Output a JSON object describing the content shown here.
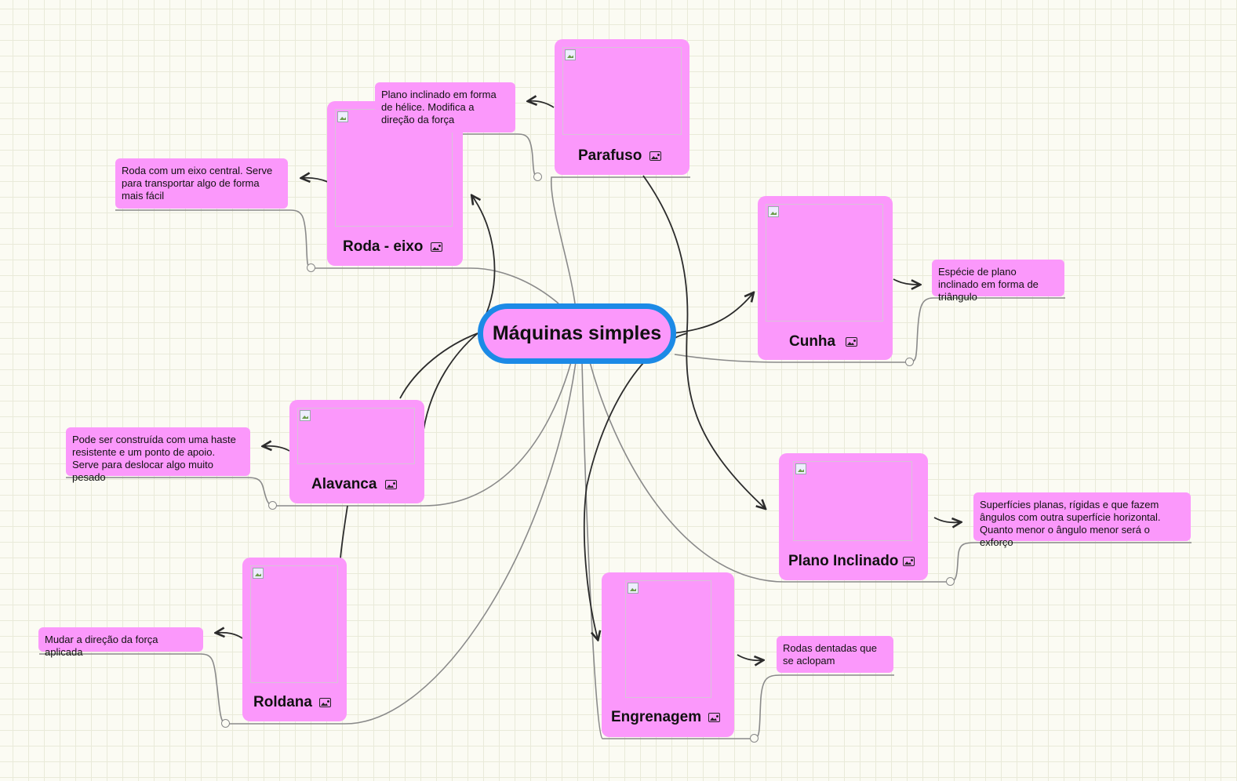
{
  "central_topic": "Máquinas simples",
  "nodes": [
    {
      "title": "Parafuso",
      "icon": "image-icon",
      "note": "Plano inclinado em forma de hélice. Modifica a direção da força"
    },
    {
      "title": "Roda - eixo",
      "icon": "image-icon",
      "note": "Roda com um eixo central. Serve para transportar algo de forma mais fácil"
    },
    {
      "title": "Cunha",
      "icon": "image-icon",
      "note": "Espécie de plano inclinado em forma de triângulo"
    },
    {
      "title": "Alavanca",
      "icon": "image-icon",
      "note": "Pode ser construída com uma haste resistente e um ponto de apoio. Serve para deslocar algo muito pesado"
    },
    {
      "title": "Plano Inclinado",
      "icon": "image-icon",
      "note": "Superfícies planas, rígidas e que fazem ângulos com outra superfície horizontal. Quanto menor o ângulo menor será o exforço"
    },
    {
      "title": "Roldana",
      "icon": "image-icon",
      "note": "Mudar a direção da força aplicada"
    },
    {
      "title": "Engrenagem",
      "icon": "image-icon",
      "note": "Rodas dentadas que se aclopam"
    }
  ],
  "colors": {
    "node_fill": "#fb98fb",
    "central_border": "#1c8ae6",
    "arrow": "#2b2b2b",
    "connector": "#8a8a8a"
  }
}
